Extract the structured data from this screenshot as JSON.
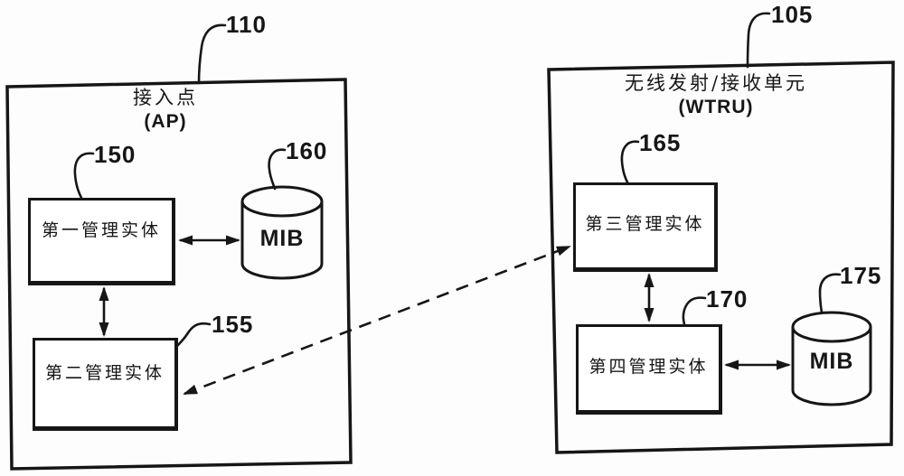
{
  "colors": {
    "ink": "#161616",
    "background": "#ffffff"
  },
  "left_unit": {
    "ref": "110",
    "title": "接入点",
    "subtitle": "(AP)",
    "entity1": {
      "ref": "150",
      "label": "第一管理实体"
    },
    "entity2": {
      "ref": "155",
      "label": "第二管理实体"
    },
    "mib": {
      "ref": "160",
      "label": "MIB"
    }
  },
  "right_unit": {
    "ref": "105",
    "title": "无线发射/接收单元",
    "subtitle": "(WTRU)",
    "entity3": {
      "ref": "165",
      "label": "第三管理实体"
    },
    "entity4": {
      "ref": "170",
      "label": "第四管理实体"
    },
    "mib": {
      "ref": "175",
      "label": "MIB"
    }
  },
  "connections": {
    "entity1_mib": "bidirectional",
    "entity1_entity2": "bidirectional",
    "entity2_entity3_dashed": "bidirectional",
    "entity3_entity4": "bidirectional",
    "entity4_mib": "bidirectional"
  }
}
